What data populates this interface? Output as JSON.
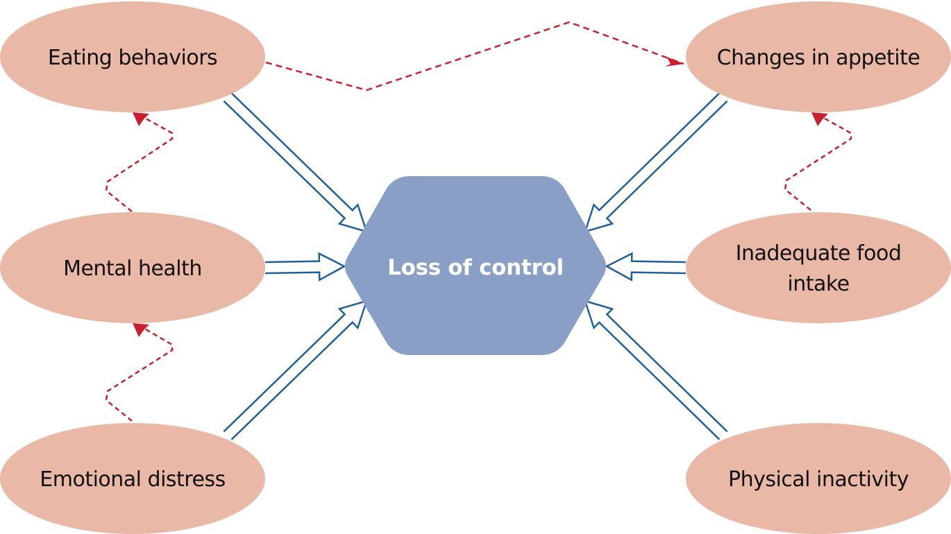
{
  "diagram": {
    "center": {
      "id": "loss_of_control",
      "label": "Loss of control"
    },
    "nodes": [
      {
        "id": "eating_behaviors",
        "lines": [
          "Eating behaviors"
        ]
      },
      {
        "id": "mental_health",
        "lines": [
          "Mental health"
        ]
      },
      {
        "id": "emotional_distress",
        "lines": [
          "Emotional distress"
        ]
      },
      {
        "id": "changes_in_appetite",
        "lines": [
          "Changes in appetite"
        ]
      },
      {
        "id": "inadequate_food_intake",
        "lines": [
          "Inadequate food",
          "intake"
        ]
      },
      {
        "id": "physical_inactivity",
        "lines": [
          "Physical inactivity"
        ]
      }
    ],
    "edges_solid": [
      {
        "from": "eating_behaviors",
        "to": "loss_of_control",
        "style": "double-line hollow arrow"
      },
      {
        "from": "mental_health",
        "to": "loss_of_control",
        "style": "double-line hollow arrow"
      },
      {
        "from": "emotional_distress",
        "to": "loss_of_control",
        "style": "double-line hollow arrow"
      },
      {
        "from": "changes_in_appetite",
        "to": "loss_of_control",
        "style": "double-line hollow arrow"
      },
      {
        "from": "inadequate_food_intake",
        "to": "loss_of_control",
        "style": "double-line hollow arrow"
      },
      {
        "from": "physical_inactivity",
        "to": "loss_of_control",
        "style": "double-line hollow arrow"
      }
    ],
    "edges_dashed": [
      {
        "from": "eating_behaviors",
        "to": "changes_in_appetite",
        "style": "dashed zigzag arrow"
      },
      {
        "from": "mental_health",
        "to": "eating_behaviors",
        "style": "dashed zigzag arrow"
      },
      {
        "from": "emotional_distress",
        "to": "mental_health",
        "style": "dashed zigzag arrow"
      },
      {
        "from": "inadequate_food_intake",
        "to": "changes_in_appetite",
        "style": "dashed zigzag arrow"
      }
    ],
    "colors": {
      "node_fill": "#e9b8a7",
      "center_fill": "#8a9fc5",
      "solid_arrow": "#1f5f9a",
      "dashed_arrow": "#c8202e",
      "text": "#111111",
      "center_text": "#ffffff"
    }
  }
}
